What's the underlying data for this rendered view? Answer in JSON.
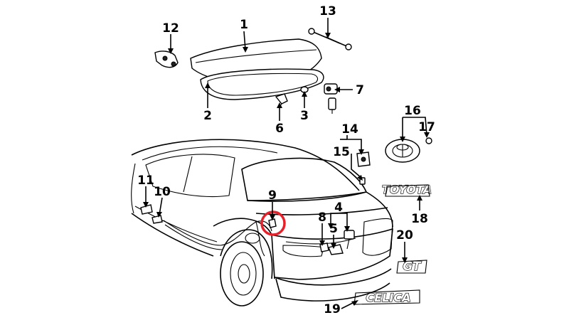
{
  "diagram": {
    "callouts": [
      "1",
      "2",
      "3",
      "4",
      "5",
      "6",
      "7",
      "8",
      "9",
      "10",
      "11",
      "12",
      "13",
      "14",
      "15",
      "16",
      "17",
      "18",
      "19",
      "20"
    ],
    "badges": {
      "toyota": "TOYOTA",
      "gt": "GT",
      "celica": "CELICA"
    },
    "highlight_color": "#e8202a",
    "line_color": "#000000"
  }
}
